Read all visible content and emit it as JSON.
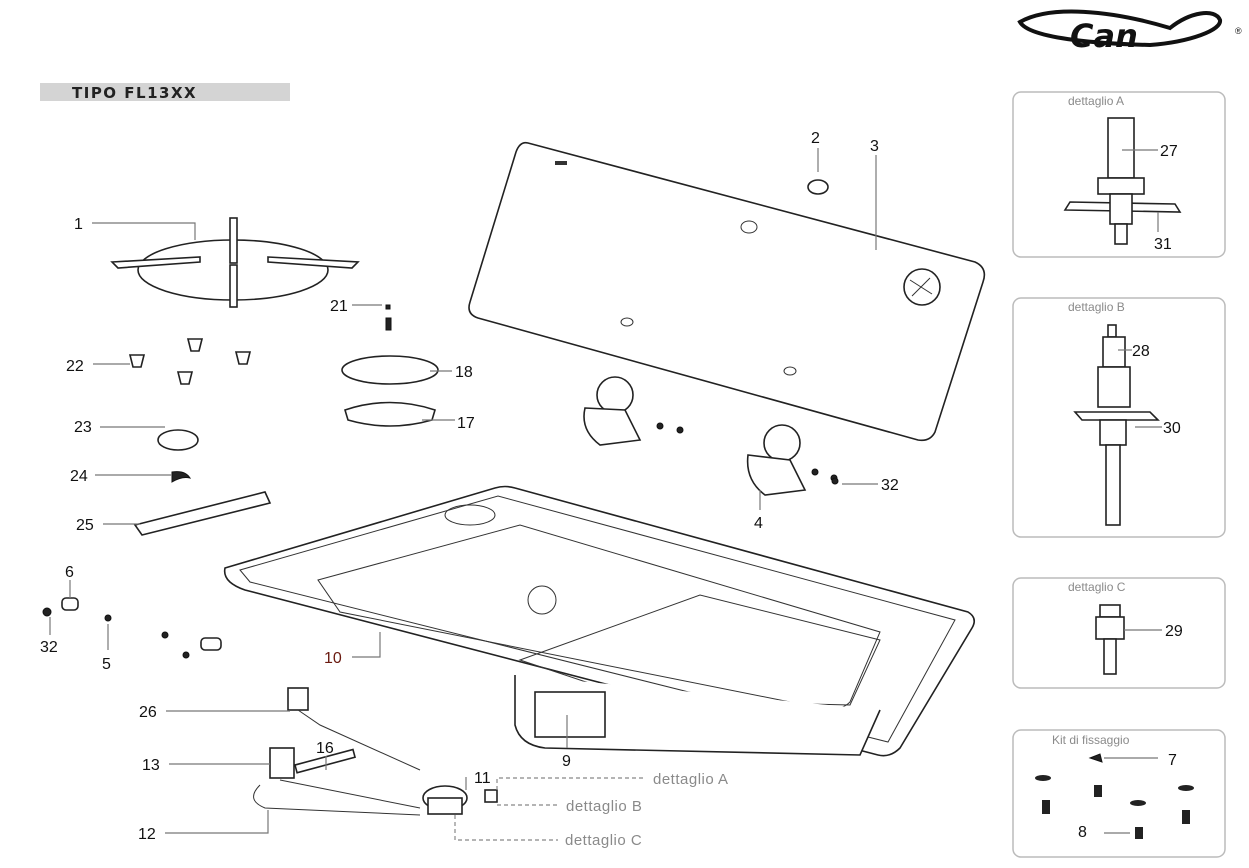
{
  "brand": {
    "logo_text": "Can",
    "registered": "®"
  },
  "title": "TIPO FL13XX",
  "callouts": {
    "c1": "1",
    "c2": "2",
    "c3": "3",
    "c4": "4",
    "c5": "5",
    "c6": "6",
    "c9": "9",
    "c10": "10",
    "c11": "11",
    "c12": "12",
    "c13": "13",
    "c16": "16",
    "c17": "17",
    "c18": "18",
    "c21": "21",
    "c22": "22",
    "c23": "23",
    "c24": "24",
    "c25": "25",
    "c26": "26",
    "c32a": "32",
    "c32b": "32"
  },
  "detail_refs": {
    "a": "dettaglio A",
    "b": "dettaglio B",
    "c": "dettaglio C"
  },
  "detail_boxes": {
    "a": {
      "title": "dettaglio A",
      "parts": [
        "27",
        "31"
      ]
    },
    "b": {
      "title": "dettaglio B",
      "parts": [
        "28",
        "30"
      ]
    },
    "c": {
      "title": "dettaglio C",
      "parts": [
        "29"
      ]
    },
    "kit": {
      "title": "Kit di fissaggio",
      "parts": [
        "7",
        "8"
      ]
    }
  }
}
